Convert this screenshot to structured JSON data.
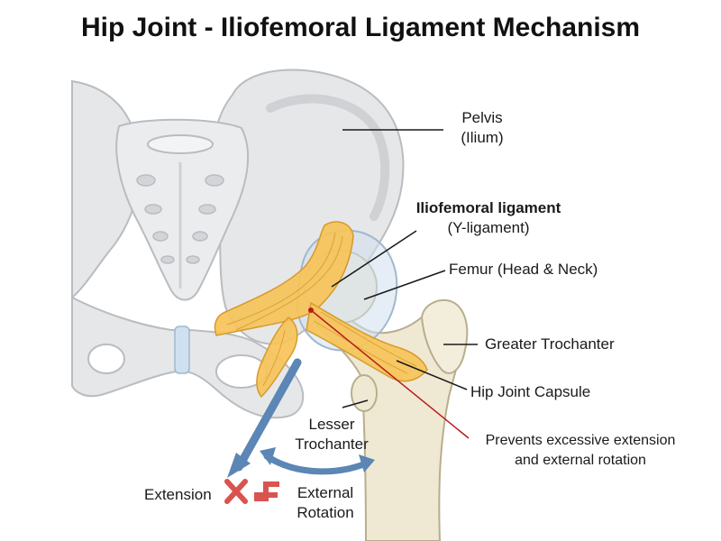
{
  "title": "Hip Joint - Iliofemoral Ligament Mechanism",
  "labels": {
    "pelvis_line1": "Pelvis",
    "pelvis_line2": "(Ilium)",
    "ligament_line1": "Iliofemoral ligament",
    "ligament_line2": "(Y-ligament)",
    "femur": "Femur (Head & Neck)",
    "greater_trochanter": "Greater Trochanter",
    "capsule": "Hip Joint Capsule",
    "prevents_line1": "Prevents excessive extension",
    "prevents_line2": "and external rotation",
    "lesser_line1": "Lesser",
    "lesser_line2": "Trochanter",
    "extension": "Extension",
    "external_line1": "External",
    "external_line2": "Rotation"
  },
  "colors": {
    "bone": "#e6e7e8",
    "bone_shadow": "#c9cbce",
    "femur": "#efe9d4",
    "ligament": "#f6c358",
    "capsule": "#cfe0ef",
    "arrow": "#5b86b5",
    "restrict": "#d9534f",
    "leader_red": "#b71c1c"
  },
  "icons": [
    "x-mark-icon",
    "restriction-icon"
  ]
}
